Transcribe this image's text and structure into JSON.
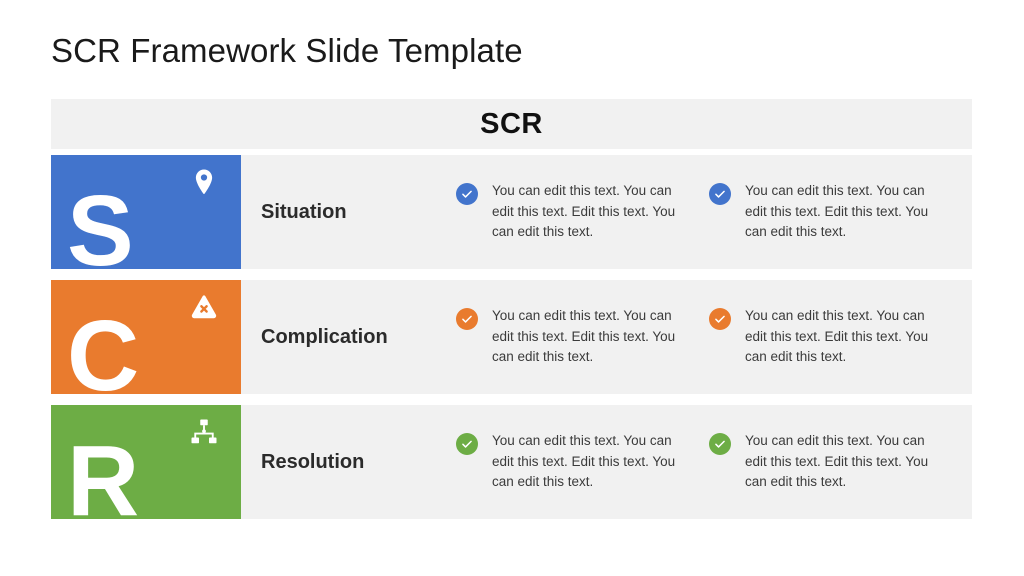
{
  "slide": {
    "title": "SCR Framework Slide Template",
    "header": {
      "label": "SCR"
    },
    "body_text": "You can edit this text. You can edit this text. Edit this text. You can edit this text.",
    "colors": {
      "situation": "#4274cc",
      "complication": "#e97b2e",
      "resolution": "#6dad45",
      "band_background": "#f1f1f1",
      "page_background": "#ffffff",
      "title_text": "#1a1a1a",
      "label_text": "#2b2b2b",
      "body_text": "#3b3b3b"
    },
    "rows": [
      {
        "key": "situation",
        "letter": "S",
        "label": "Situation",
        "color": "#4274cc",
        "icon": "map-pin-icon",
        "bullets": [
          {
            "icon": "check-circle-icon",
            "text": "You can edit this text. You can edit this text. Edit this text. You can edit this text."
          },
          {
            "icon": "check-circle-icon",
            "text": "You can edit this text. You can edit this text. Edit this text. You can edit this text."
          }
        ]
      },
      {
        "key": "complication",
        "letter": "C",
        "label": "Complication",
        "color": "#e97b2e",
        "icon": "warning-triangle-x-icon",
        "bullets": [
          {
            "icon": "check-circle-icon",
            "text": "You can edit this text. You can edit this text. Edit this text. You can edit this text."
          },
          {
            "icon": "check-circle-icon",
            "text": "You can edit this text. You can edit this text. Edit this text. You can edit this text."
          }
        ]
      },
      {
        "key": "resolution",
        "letter": "R",
        "label": "Resolution",
        "color": "#6dad45",
        "icon": "org-chart-icon",
        "bullets": [
          {
            "icon": "check-circle-icon",
            "text": "You can edit this text. You can edit this text. Edit this text. You can edit this text."
          },
          {
            "icon": "check-circle-icon",
            "text": "You can edit this text. You can edit this text. Edit this text. You can edit this text."
          }
        ]
      }
    ]
  }
}
